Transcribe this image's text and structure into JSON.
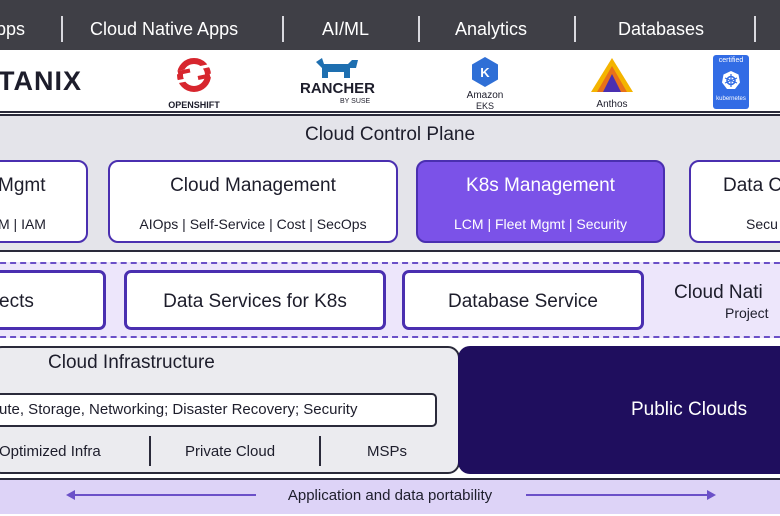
{
  "top_nav": {
    "items": [
      "pps",
      "Cloud Native Apps",
      "AI/ML",
      "Analytics",
      "Databases"
    ]
  },
  "logos": {
    "nutanix": "TANIX",
    "openshift": "OPENSHIFT",
    "rancher": "RANCHER",
    "rancher_sub": "BY SUSE",
    "eks_1": "Amazon",
    "eks_2": "EKS",
    "anthos": "Anthos",
    "k8s_badge_top": "certified",
    "k8s_badge_bottom": "kubernetes"
  },
  "control_plane": {
    "title": "Cloud Control Plane",
    "cards": [
      {
        "title": "Mgmt",
        "sub": "M | IAM"
      },
      {
        "title": "Cloud Management",
        "sub": "AIOps | Self-Service | Cost | SecOps"
      },
      {
        "title": "K8s Management",
        "sub": "LCM | Fleet Mgmt | Security"
      },
      {
        "title": "Data C",
        "sub": "Secu"
      }
    ]
  },
  "cloud_native": {
    "services": [
      "ects",
      "Data Services for K8s",
      "Database Service"
    ],
    "title": "Cloud Nati",
    "sub": "Project"
  },
  "infrastructure": {
    "title": "Cloud Infrastructure",
    "capabilities": "ute, Storage, Networking; Disaster Recovery; Security",
    "options": [
      "Optimized Infra",
      "Private Cloud",
      "MSPs"
    ]
  },
  "public_clouds": {
    "label": "Public Clouds"
  },
  "portability": {
    "label": "Application and data portability"
  },
  "colors": {
    "topbar": "#3f3f46",
    "accent_purple": "#7b52e8",
    "border_purple": "#4a2fb0",
    "public_cloud_navy": "#1f0e5e",
    "portability_band": "#ddd3f7"
  }
}
